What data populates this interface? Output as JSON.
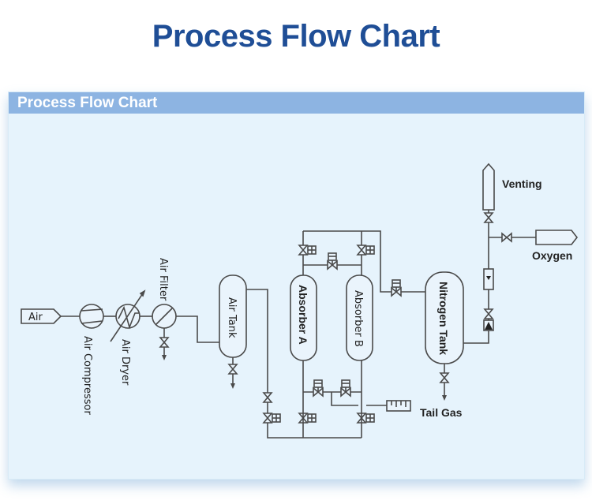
{
  "page": {
    "title": "Process Flow Chart",
    "panel_title": "Process Flow Chart"
  },
  "colors": {
    "title": "#1f4e96",
    "panel_header": "#8db4e2",
    "panel_bg": "#e6f3fc",
    "line": "#4a4a4a"
  },
  "diagram": {
    "nodes": {
      "air": "Air",
      "air_compressor": "Air Compressor",
      "air_dryer": "Air Dryer",
      "air_filter": "Air Filter",
      "air_tank": "Air Tank",
      "absorber_a": "Absorber A",
      "absorber_b": "Absorber B",
      "nitrogen_tank": "Nitrogen Tank",
      "venting": "Venting",
      "oxygen": "Oxygen",
      "tail_gas": "Tail Gas"
    },
    "icons": [
      "compressor-icon",
      "dryer-icon",
      "filter-icon",
      "manual-valve-icon",
      "pneumatic-valve-icon",
      "flowmeter-icon",
      "silencer-icon",
      "check-valve-icon",
      "arrow-icon"
    ]
  }
}
